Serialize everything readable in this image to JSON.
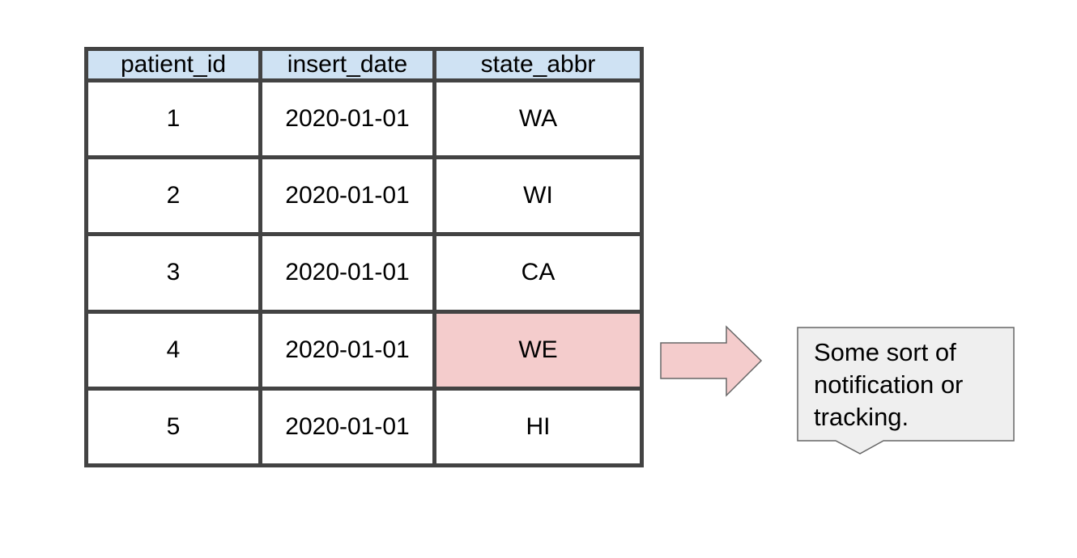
{
  "table": {
    "headers": [
      "patient_id",
      "insert_date",
      "state_abbr"
    ],
    "rows": [
      [
        "1",
        "2020-01-01",
        "WA"
      ],
      [
        "2",
        "2020-01-01",
        "WI"
      ],
      [
        "3",
        "2020-01-01",
        "CA"
      ],
      [
        "4",
        "2020-01-01",
        "WE"
      ],
      [
        "5",
        "2020-01-01",
        "HI"
      ]
    ],
    "highlighted_cell": {
      "row": 3,
      "column": 2
    }
  },
  "colors": {
    "header_fill": "#cfe2f3",
    "highlight_fill": "#f4cccc",
    "border": "#434343",
    "callout_fill": "#efefef",
    "arrow_fill": "#f4cccc"
  },
  "callout": {
    "text": "Some sort of notification or tracking."
  }
}
